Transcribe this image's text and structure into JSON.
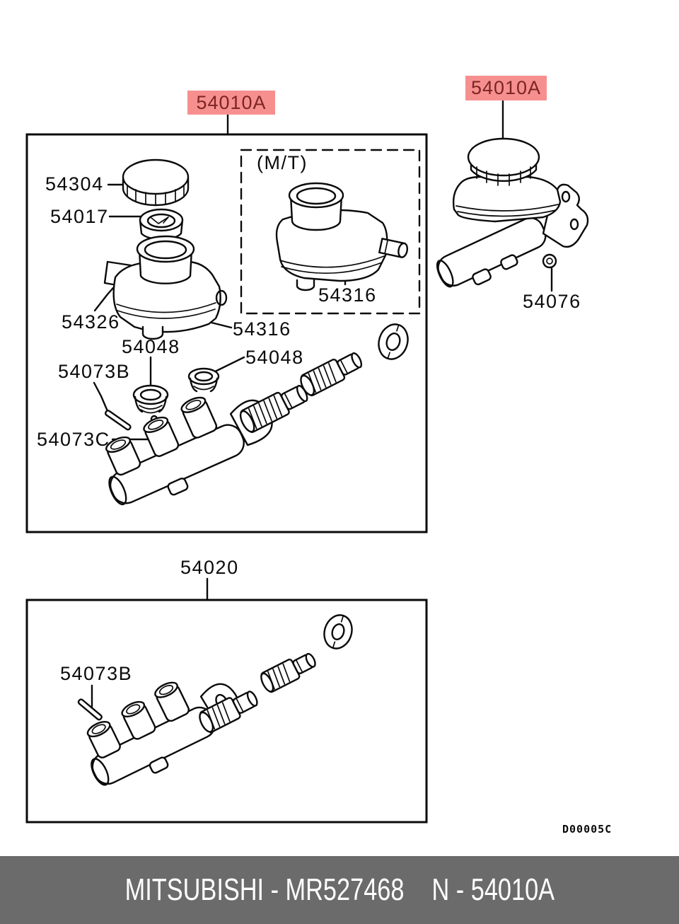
{
  "labels": {
    "main_top": "54010A",
    "main_right": "54010A",
    "cap": "54304",
    "seal": "54017",
    "bracket": "54326",
    "reservoir_mt": "54316",
    "reservoir": "54316",
    "grommet_1": "54048",
    "grommet_2": "54048",
    "pin_b1": "54073B",
    "pin_c": "54073C",
    "pin_b2": "54073B",
    "nut": "54076",
    "repair_kit": "54020",
    "mt_note": "(M/T)",
    "diagram_code": "D00005C"
  },
  "footer": {
    "left": "MITSUBISHI - MR527468",
    "right": "N - 54010A"
  },
  "colors": {
    "highlight_bg": "#f6908f",
    "highlight_text": "#7c2523",
    "line": "#0a0a0a",
    "footer_bg": "#6b6b6b",
    "footer_text": "#ffffff"
  }
}
